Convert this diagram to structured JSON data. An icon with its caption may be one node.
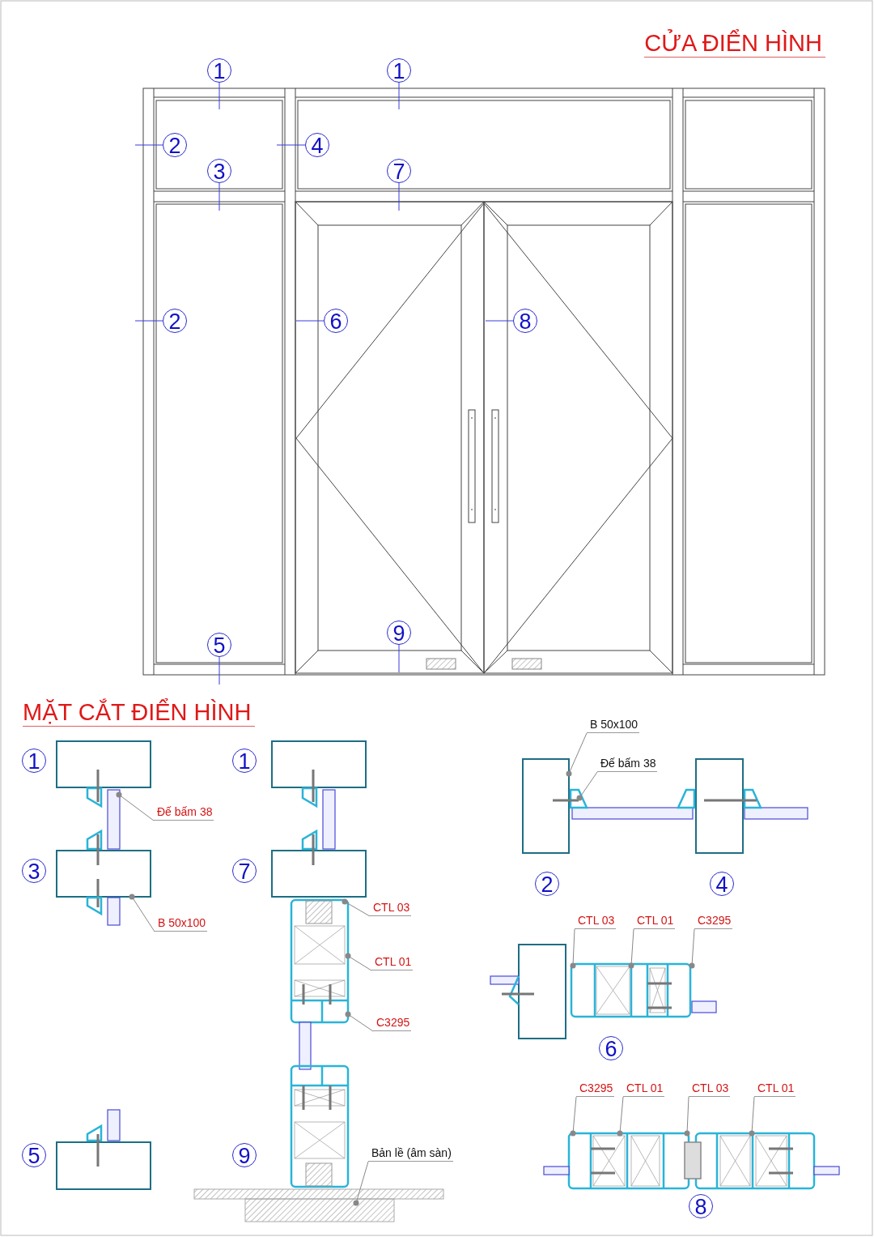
{
  "diagram": {
    "title": "CỬA ĐIỂN HÌNH",
    "nodes": [
      {
        "text": [
          "1"
        ]
      },
      {
        "text": [
          "1"
        ]
      },
      {
        "text": [
          "2"
        ]
      },
      {
        "text": [
          "4"
        ]
      },
      {
        "text": [
          "3"
        ]
      },
      {
        "text": [
          "7"
        ]
      },
      {
        "text": [
          "2"
        ]
      },
      {
        "text": [
          "6"
        ]
      },
      {
        "text": [
          "8"
        ]
      },
      {
        "text": [
          "5"
        ]
      },
      {
        "text": [
          "9"
        ]
      },
      {
        "text": [
          "1"
        ]
      },
      {
        "text": [
          "3"
        ]
      },
      {
        "text": [
          "5"
        ]
      },
      {
        "text": [
          "1"
        ]
      },
      {
        "text": [
          "7"
        ]
      },
      {
        "text": [
          "9"
        ]
      },
      {
        "text": [
          "2"
        ]
      },
      {
        "text": [
          "4"
        ]
      },
      {
        "text": [
          "6"
        ]
      },
      {
        "text": [
          "8"
        ]
      },
      {
        "text": [
          "Đế bấm 38"
        ]
      },
      {
        "text": [
          "B 50x100"
        ]
      },
      {
        "text": [
          "CTL 03"
        ]
      },
      {
        "text": [
          "CTL 01"
        ]
      },
      {
        "text": [
          "C3295"
        ]
      },
      {
        "text": [
          "Bản lề (âm sàn)"
        ]
      },
      {
        "text": [
          "B 50x100"
        ]
      },
      {
        "text": [
          "Đế bấm 38"
        ]
      },
      {
        "text": [
          "CTL 03"
        ]
      },
      {
        "text": [
          "CTL 01"
        ]
      },
      {
        "text": [
          "C3295"
        ]
      },
      {
        "text": [
          "C3295"
        ]
      },
      {
        "text": [
          "CTL 01"
        ]
      },
      {
        "text": [
          "CTL 03"
        ]
      },
      {
        "text": [
          "CTL 01"
        ]
      },
      {
        "text": [],
        "shape": "picture"
      },
      {
        "text": [],
        "shape": "picture"
      },
      {
        "text": [],
        "shape": "picture"
      },
      {
        "text": [],
        "shape": "picture"
      },
      {
        "text": [],
        "shape": "picture"
      },
      {
        "text": [],
        "shape": "picture"
      }
    ],
    "edges": [
      {
        "from": 0,
        "to": null,
        "arrow": "none"
      },
      {
        "from": 1,
        "to": null,
        "arrow": "none"
      },
      {
        "from": 2,
        "to": null,
        "arrow": "none"
      },
      {
        "from": 3,
        "to": null,
        "arrow": "none"
      },
      {
        "from": 4,
        "to": null,
        "arrow": "none"
      },
      {
        "from": 5,
        "to": null,
        "arrow": "none"
      },
      {
        "from": 6,
        "to": null,
        "arrow": "none"
      },
      {
        "from": 7,
        "to": null,
        "arrow": "none"
      },
      {
        "from": 8,
        "to": null,
        "arrow": "none"
      },
      {
        "from": 9,
        "to": null,
        "arrow": "none"
      },
      {
        "from": 10,
        "to": null,
        "arrow": "none"
      },
      {
        "from": 21,
        "to": 36,
        "arrow": "other"
      },
      {
        "from": 22,
        "to": 36,
        "arrow": "other"
      },
      {
        "from": 23,
        "to": 37,
        "arrow": "other"
      },
      {
        "from": 24,
        "to": 37,
        "arrow": "other"
      },
      {
        "from": 25,
        "to": 37,
        "arrow": "other"
      },
      {
        "from": 26,
        "to": 41,
        "arrow": "other"
      },
      {
        "from": 27,
        "to": 38,
        "arrow": "other"
      },
      {
        "from": 28,
        "to": 38,
        "arrow": "other"
      },
      {
        "from": 29,
        "to": 39,
        "arrow": "other"
      },
      {
        "from": 30,
        "to": 39,
        "arrow": "other"
      },
      {
        "from": 31,
        "to": 39,
        "arrow": "other"
      },
      {
        "from": 32,
        "to": 40,
        "arrow": "other"
      },
      {
        "from": 33,
        "to": 40,
        "arrow": "other"
      },
      {
        "from": 34,
        "to": 40,
        "arrow": "other"
      },
      {
        "from": 35,
        "to": 40,
        "arrow": "other"
      }
    ],
    "labels": [
      "MẶT CẮT ĐIỂN HÌNH"
    ]
  }
}
